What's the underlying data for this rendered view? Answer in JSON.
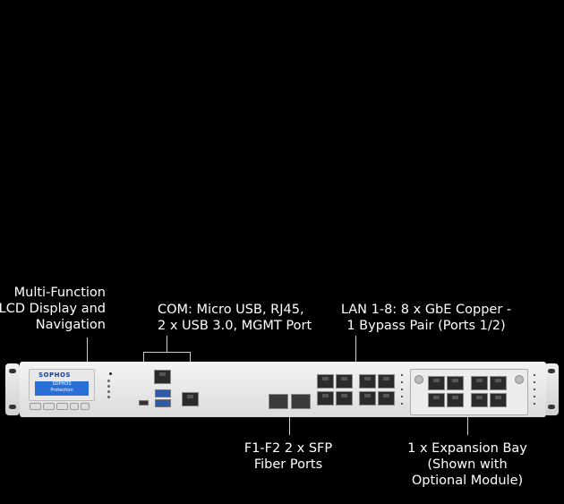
{
  "callouts": {
    "lcd": [
      "Multi-Function",
      "LCD Display and",
      "Navigation"
    ],
    "com": [
      "COM: Micro USB, RJ45,",
      "2 x USB 3.0, MGMT Port"
    ],
    "lan": [
      "LAN 1-8: 8 x GbE Copper -",
      "1 Bypass Pair (Ports 1/2)"
    ],
    "sfp": [
      "F1-F2 2 x SFP",
      "Fiber Ports"
    ],
    "expansion": [
      "1 x Expansion Bay",
      "(Shown with",
      "Optional Module)"
    ]
  },
  "device": {
    "brand": "SOPHOS",
    "lcd_line1": "SOPHOS",
    "lcd_line2": "Protection"
  },
  "colors": {
    "background": "#000000",
    "chassis": "#e6e6e6",
    "lcd": "#2a6fd6",
    "brand": "#1a3b8a"
  }
}
